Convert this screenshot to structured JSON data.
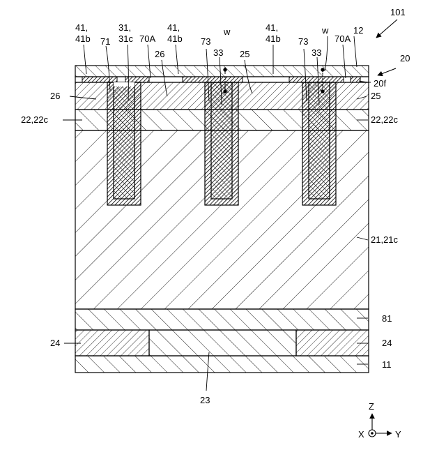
{
  "figure": {
    "ref": "101",
    "structure": "20",
    "surface": "20f"
  },
  "labels": {
    "l41_41b_a_line1": "41,",
    "l41_41b_a_line2": "41b",
    "l31_31c_line1": "31,",
    "l31_31c_line2": "31c",
    "l70a_a": "70A",
    "l41_41b_b_line1": "41,",
    "l41_41b_b_line2": "41b",
    "w_a": "w",
    "l41_41b_c_line1": "41,",
    "l41_41b_c_line2": "41b",
    "w_b": "w",
    "l12": "12",
    "l71": "71",
    "l26_top": "26",
    "l73_a": "73",
    "l33_a": "33",
    "l25_top": "25",
    "l73_b": "73",
    "l33_b": "33",
    "l70a_b": "70A",
    "l26_left": "26",
    "l25_right": "25",
    "l22_left": "22,22c",
    "l22_right": "22,22c",
    "l21": "21,21c",
    "l81": "81",
    "l24_left": "24",
    "l24_right": "24",
    "l11": "11",
    "l23": "23"
  },
  "axes": {
    "z": "Z",
    "x": "X",
    "y": "Y"
  },
  "colors": {
    "line": "#000000",
    "fill": "#ffffff"
  }
}
